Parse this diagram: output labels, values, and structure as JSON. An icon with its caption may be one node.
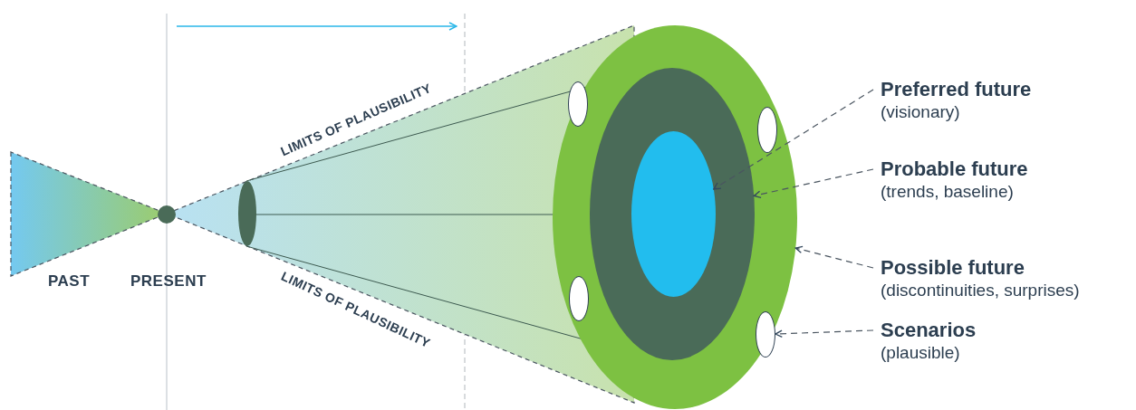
{
  "diagram": {
    "nodes": [
      {
        "text": [],
        "shape": "ellipse"
      },
      {
        "text": [],
        "shape": "ellipse",
        "in": 0
      },
      {
        "text": [],
        "shape": "ellipse",
        "in": 1
      },
      {
        "text": [],
        "shape": "ellipse",
        "in": 0
      },
      {
        "text": [],
        "shape": "ellipse",
        "in": 0
      },
      {
        "text": [],
        "shape": "ellipse",
        "in": 0
      },
      {
        "text": [],
        "shape": "ellipse",
        "in": 0
      },
      {
        "text": [
          "Preferred future",
          "(visionary)"
        ]
      },
      {
        "text": [
          "Probable future",
          "(trends, baseline)"
        ]
      },
      {
        "text": [
          "Possible future",
          "(discontinuities, surprises)"
        ]
      },
      {
        "text": [
          "Scenarios",
          "(plausible)"
        ]
      }
    ],
    "edges": [
      {
        "from": 7,
        "to": 2,
        "arrow": "to",
        "style": "dashed"
      },
      {
        "from": 8,
        "to": 1,
        "arrow": "to",
        "style": "dashed"
      },
      {
        "from": 9,
        "to": 0,
        "arrow": "to",
        "style": "dashed"
      },
      {
        "from": 10,
        "to": 5,
        "arrow": "to",
        "style": "dashed"
      }
    ],
    "labels": [
      "LIMITS OF PLAUSIBILITY",
      "PAST",
      "PRESENT",
      "LIMITS OF PLAUSIBILITY"
    ]
  }
}
